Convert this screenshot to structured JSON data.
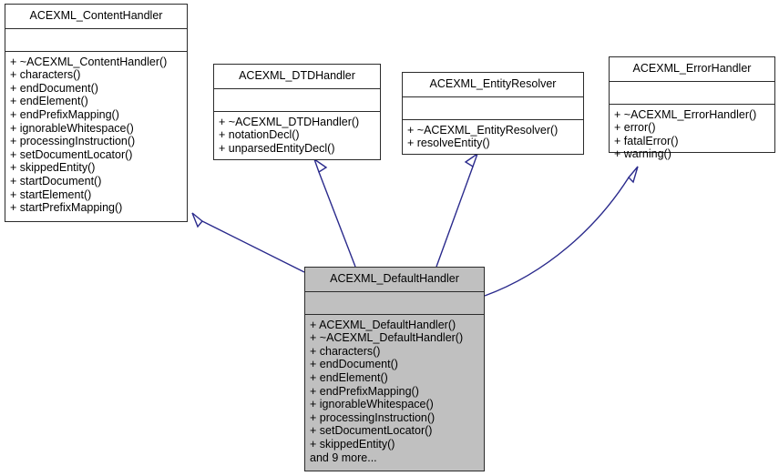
{
  "diagram": {
    "kind": "uml-inheritance-diagram",
    "root": "ACEXML_DefaultHandler",
    "edge_color": "#2a2a8c",
    "fill_color": "#c0c0c0",
    "border_color": "#2b2b2b",
    "background": "#ffffff"
  },
  "classes": {
    "contenthandler": {
      "name": "ACEXML_ContentHandler",
      "attributes": [],
      "operations": [
        "+ ~ACEXML_ContentHandler()",
        "+ characters()",
        "+ endDocument()",
        "+ endElement()",
        "+ endPrefixMapping()",
        "+ ignorableWhitespace()",
        "+ processingInstruction()",
        "+ setDocumentLocator()",
        "+ skippedEntity()",
        "+ startDocument()",
        "+ startElement()",
        "+ startPrefixMapping()"
      ]
    },
    "dtdhandler": {
      "name": "ACEXML_DTDHandler",
      "attributes": [],
      "operations": [
        "+ ~ACEXML_DTDHandler()",
        "+ notationDecl()",
        "+ unparsedEntityDecl()"
      ]
    },
    "entityresolver": {
      "name": "ACEXML_EntityResolver",
      "attributes": [],
      "operations": [
        "+ ~ACEXML_EntityResolver()",
        "+ resolveEntity()"
      ]
    },
    "errorhandler": {
      "name": "ACEXML_ErrorHandler",
      "attributes": [],
      "operations": [
        "+ ~ACEXML_ErrorHandler()",
        "+ error()",
        "+ fatalError()",
        "+ warning()"
      ]
    },
    "defaulthandler": {
      "name": "ACEXML_DefaultHandler",
      "attributes": [],
      "operations": [
        "+ ACEXML_DefaultHandler()",
        "+ ~ACEXML_DefaultHandler()",
        "+ characters()",
        "+ endDocument()",
        "+ endElement()",
        "+ endPrefixMapping()",
        "+ ignorableWhitespace()",
        "+ processingInstruction()",
        "+ setDocumentLocator()",
        "+ skippedEntity()",
        "and 9 more..."
      ]
    }
  }
}
